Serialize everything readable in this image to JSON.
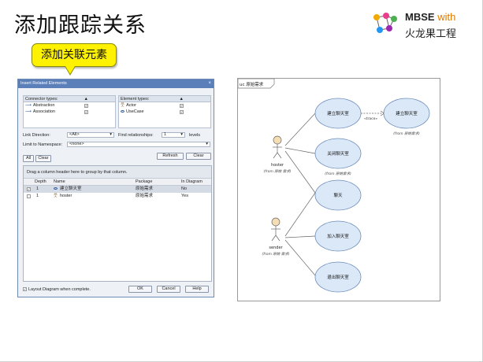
{
  "slide": {
    "title": "添加跟踪关系",
    "callout": "添加关联元素"
  },
  "logo": {
    "line1_main": "MBSE",
    "line1_accent": "with",
    "line2": "火龙果工程"
  },
  "dialog": {
    "title": "Insert Related Elements",
    "close": "×",
    "connector_types": {
      "header": "Connector types:",
      "items": [
        {
          "label": "Abstraction",
          "checked": "✓"
        },
        {
          "label": "Association",
          "checked": "✓"
        }
      ]
    },
    "element_types": {
      "header": "Element types:",
      "items": [
        {
          "label": "Actor",
          "checked": "✓"
        },
        {
          "label": "UseCase",
          "checked": "✓"
        }
      ]
    },
    "link_direction_label": "Link Direction:",
    "link_direction_value": "<All>",
    "find_relationships_label": "Find relationships:",
    "find_relationships_value": "1",
    "levels_label": "levels",
    "limit_namespace_label": "Limit to Namespace:",
    "limit_namespace_value": "<none>",
    "all_button": "All",
    "clear_button_small": "Clear",
    "refresh_button": "Refresh",
    "clear_button": "Clear",
    "group_hint": "Drag a column header here to group by that column.",
    "columns": [
      "Depth",
      "Name",
      "Package",
      "In Diagram"
    ],
    "rows": [
      {
        "check": "✓",
        "depth": "1",
        "name": "建立聊天室",
        "package": "原始需求",
        "in_diagram": "No"
      },
      {
        "check": "",
        "depth": "1",
        "name": "hoster",
        "package": "原始需求",
        "in_diagram": "Yes"
      }
    ],
    "layout_label": "Layout Diagram when complete.",
    "layout_checked": "✓",
    "ok_button": "OK",
    "cancel_button": "Cancel",
    "help_button": "Help"
  },
  "diagram": {
    "frame_label": "uc 原始需求",
    "actors": [
      {
        "name": "hoster",
        "from": "(from 原始\n需求)"
      },
      {
        "name": "sender",
        "from": "(from 原始\n需求)"
      }
    ],
    "usecases": [
      {
        "label": "建立聊天室",
        "from": ""
      },
      {
        "label": "建立聊天室",
        "from": "(from 原始需求)"
      },
      {
        "label": "关闭聊天室",
        "from": "(from 原始需求)"
      },
      {
        "label": "聊天",
        "from": ""
      },
      {
        "label": "加入聊天室",
        "from": ""
      },
      {
        "label": "退出聊天室",
        "from": ""
      }
    ],
    "trace_label": "«trace»",
    "colors": {
      "usecase_fill": "#dbe8f7",
      "usecase_stroke": "#6a8cb8",
      "actor_fill": "#f5deb3"
    }
  }
}
